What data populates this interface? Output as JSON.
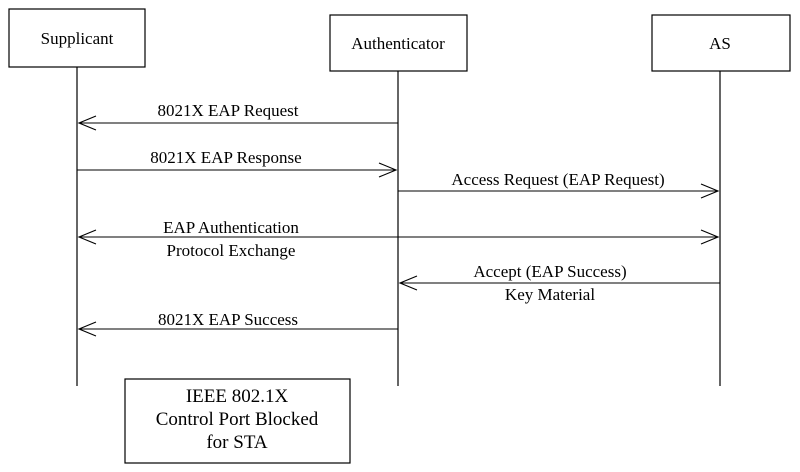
{
  "participants": {
    "supplicant": "Supplicant",
    "authenticator": "Authenticator",
    "as": "AS"
  },
  "messages": [
    {
      "lines": [
        "8021X EAP Request"
      ],
      "from": "authenticator",
      "to": "supplicant"
    },
    {
      "lines": [
        "8021X EAP Response"
      ],
      "from": "supplicant",
      "to": "authenticator"
    },
    {
      "lines": [
        "Access Request (EAP Request)"
      ],
      "from": "authenticator",
      "to": "as"
    },
    {
      "lines": [
        "EAP Authentication",
        "Protocol Exchange"
      ],
      "from": "supplicant",
      "to": "as",
      "bidirectional": true
    },
    {
      "lines": [
        "Accept (EAP Success)",
        "Key Material"
      ],
      "from": "as",
      "to": "authenticator"
    },
    {
      "lines": [
        "8021X EAP Success"
      ],
      "from": "authenticator",
      "to": "supplicant"
    }
  ],
  "note": {
    "lines": [
      "IEEE 802.1X",
      "Control Port Blocked",
      "for STA"
    ]
  }
}
